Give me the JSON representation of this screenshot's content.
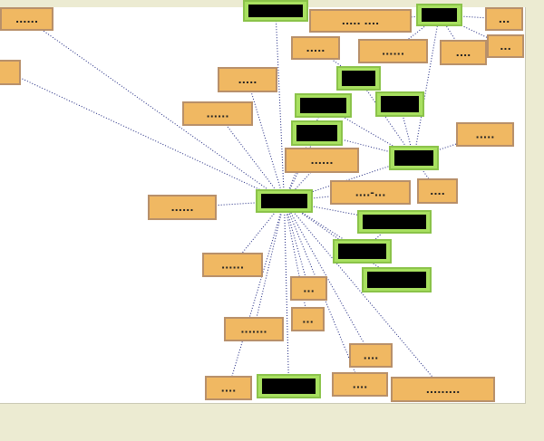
{
  "diagram": {
    "hub": "g8",
    "nodes": [
      {
        "id": "o1",
        "type": "label",
        "text": "......"
      },
      {
        "id": "o2",
        "type": "label",
        "text": ""
      },
      {
        "id": "o3",
        "type": "label",
        "text": "..... ...."
      },
      {
        "id": "o4",
        "type": "label",
        "text": "..."
      },
      {
        "id": "o5",
        "type": "label",
        "text": "..."
      },
      {
        "id": "o6",
        "type": "label",
        "text": "....."
      },
      {
        "id": "o7",
        "type": "label",
        "text": "......"
      },
      {
        "id": "o8",
        "type": "label",
        "text": "...."
      },
      {
        "id": "o9",
        "type": "label",
        "text": "....."
      },
      {
        "id": "o10",
        "type": "label",
        "text": "......"
      },
      {
        "id": "o11",
        "type": "label",
        "text": "....."
      },
      {
        "id": "o12",
        "type": "label",
        "text": "......"
      },
      {
        "id": "o13",
        "type": "label",
        "text": "....-..."
      },
      {
        "id": "o14",
        "type": "label",
        "text": "...."
      },
      {
        "id": "o15",
        "type": "label",
        "text": "......"
      },
      {
        "id": "o16",
        "type": "label",
        "text": "......"
      },
      {
        "id": "o17",
        "type": "label",
        "text": "..."
      },
      {
        "id": "o18",
        "type": "label",
        "text": "..."
      },
      {
        "id": "o19",
        "type": "label",
        "text": "......."
      },
      {
        "id": "o20",
        "type": "label",
        "text": "...."
      },
      {
        "id": "o21",
        "type": "label",
        "text": "...."
      },
      {
        "id": "o22",
        "type": "label",
        "text": "...."
      },
      {
        "id": "o23",
        "type": "label",
        "text": "........."
      },
      {
        "id": "g1",
        "type": "redacted"
      },
      {
        "id": "g2",
        "type": "redacted"
      },
      {
        "id": "g3",
        "type": "redacted"
      },
      {
        "id": "g4",
        "type": "redacted"
      },
      {
        "id": "g5",
        "type": "redacted"
      },
      {
        "id": "g6",
        "type": "redacted"
      },
      {
        "id": "g7",
        "type": "redacted"
      },
      {
        "id": "g8",
        "type": "redacted"
      },
      {
        "id": "g9",
        "type": "redacted"
      },
      {
        "id": "g10",
        "type": "redacted"
      },
      {
        "id": "g11",
        "type": "redacted"
      },
      {
        "id": "g12",
        "type": "redacted"
      }
    ],
    "edges": [
      [
        "g8",
        "o1"
      ],
      [
        "g8",
        "o2"
      ],
      [
        "g8",
        "o9"
      ],
      [
        "g8",
        "o10"
      ],
      [
        "g8",
        "g1"
      ],
      [
        "g8",
        "g6"
      ],
      [
        "g8",
        "g4"
      ],
      [
        "g8",
        "o12"
      ],
      [
        "g8",
        "o15"
      ],
      [
        "g8",
        "o16"
      ],
      [
        "g8",
        "o17"
      ],
      [
        "g8",
        "o18"
      ],
      [
        "g8",
        "o19"
      ],
      [
        "g8",
        "o20"
      ],
      [
        "g8",
        "o21"
      ],
      [
        "g8",
        "g12"
      ],
      [
        "g8",
        "o22"
      ],
      [
        "g8",
        "o23"
      ],
      [
        "g8",
        "g7"
      ],
      [
        "g8",
        "o13"
      ],
      [
        "g8",
        "g9"
      ],
      [
        "g8",
        "g10"
      ],
      [
        "g8",
        "g11"
      ],
      [
        "g7",
        "g4"
      ],
      [
        "g7",
        "g6"
      ],
      [
        "g7",
        "g5"
      ],
      [
        "g7",
        "g3"
      ],
      [
        "g7",
        "g2"
      ],
      [
        "g7",
        "o11"
      ],
      [
        "g7",
        "o14"
      ],
      [
        "g2",
        "o3"
      ],
      [
        "g2",
        "o4"
      ],
      [
        "g2",
        "o5"
      ],
      [
        "g2",
        "o8"
      ],
      [
        "g2",
        "o7"
      ],
      [
        "g3",
        "o6"
      ],
      [
        "g9",
        "g10"
      ]
    ],
    "colors": {
      "label_fill": "#f0b862",
      "label_border": "#b8906a",
      "node_fill": "#a8e060",
      "node_border": "#8bc34a",
      "redaction": "#000000",
      "edge": "#1a237e"
    }
  }
}
